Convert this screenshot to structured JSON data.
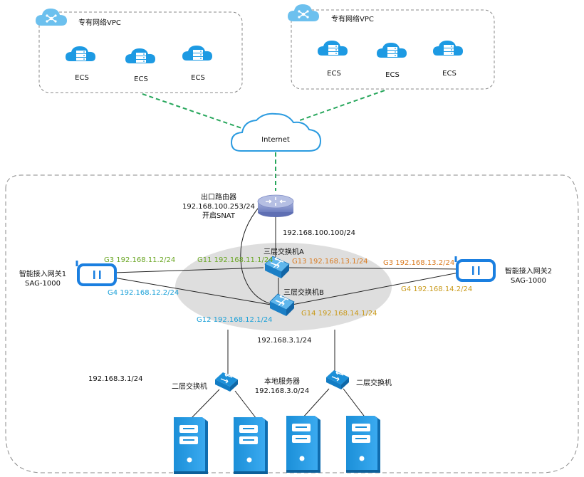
{
  "vpc_left": {
    "title": "专有网络VPC",
    "ecs": [
      "ECS",
      "ECS",
      "ECS"
    ]
  },
  "vpc_right": {
    "title": "专有网络VPC",
    "ecs": [
      "ECS",
      "ECS",
      "ECS"
    ]
  },
  "internet": {
    "label": "Internet"
  },
  "router": {
    "name": "出口路由器",
    "ip": "192.168.100.253/24",
    "snat": "开启SNAT",
    "downlink_ip": "192.168.100.100/24"
  },
  "switch_a": {
    "name": "三层交换机A"
  },
  "switch_b": {
    "name": "三层交换机B"
  },
  "sag1": {
    "name": "智能接入网关1",
    "model": "SAG-1000"
  },
  "sag2": {
    "name": "智能接入网关2",
    "model": "SAG-1000"
  },
  "links": {
    "sag1_g3": "G3 192.168.11.2/24",
    "a_g11": "G11 192.168.11.1/24",
    "a_g13": "G13 192.168.13.1/24",
    "sag2_g3": "G3 192.168.13.2/24",
    "sag1_g4": "G4 192.168.12.2/24",
    "sag2_g4": "G4 192.168.14.2/24",
    "b_g12": "G12 192.168.12.1/24",
    "b_g14": "G14 192.168.14.1/24"
  },
  "lan": {
    "core_ip": "192.168.3.1/24",
    "left_ip": "192.168.3.1/24",
    "l2_left": "二层交换机",
    "l2_right": "二层交换机",
    "server_name": "本地服务器",
    "server_subnet": "192.168.3.0/24"
  },
  "colors": {
    "accent_blue": "#1a8fd6",
    "green": "#6aa624",
    "orange": "#d97a1f",
    "cyan": "#1aa0d8",
    "gold": "#c99a1a",
    "dashed_green": "#26a65b"
  }
}
